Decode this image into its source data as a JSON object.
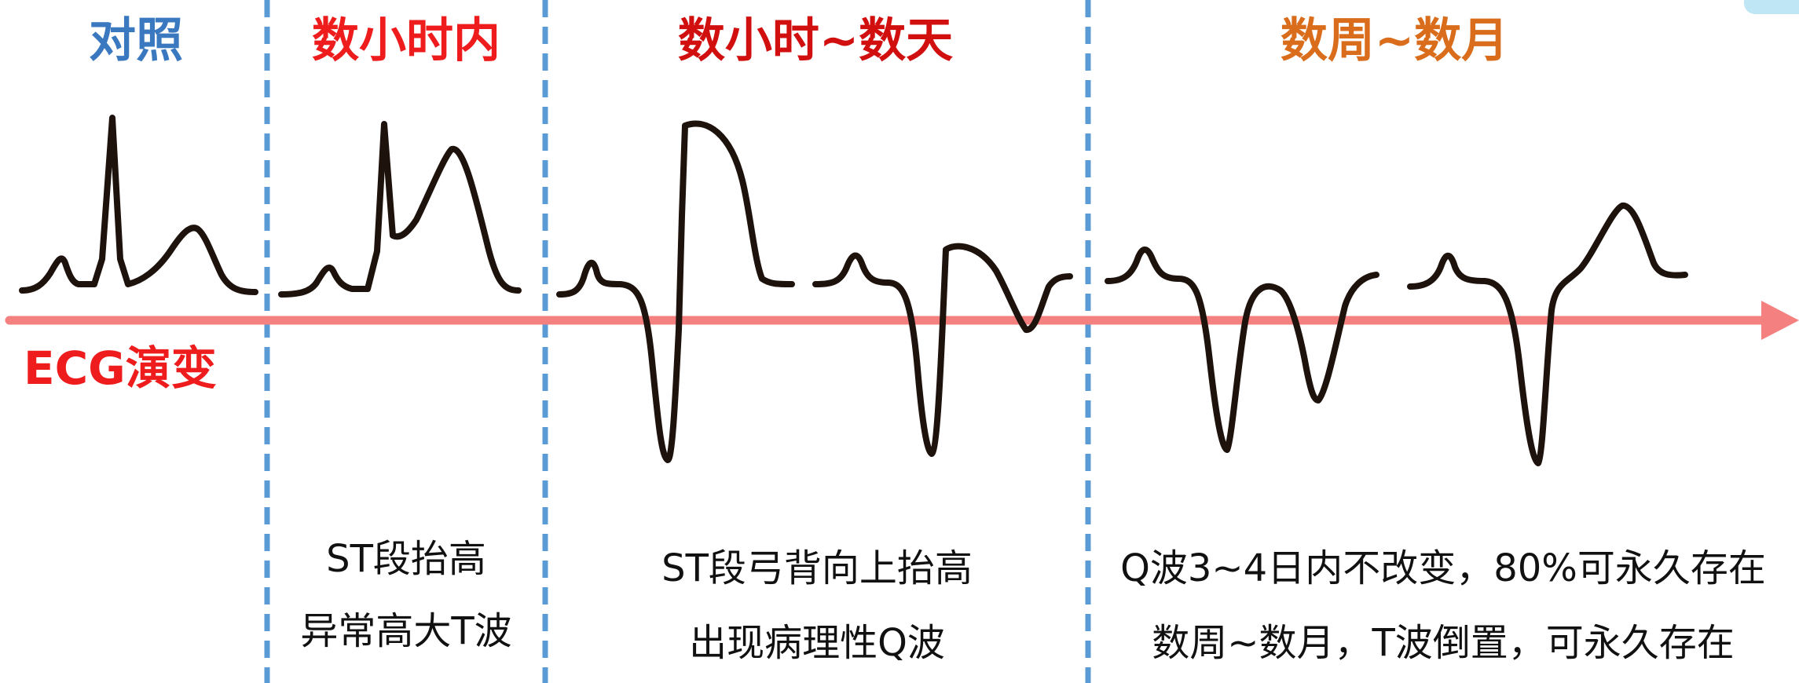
{
  "phases": [
    {
      "title": "对照",
      "color": "#3a78c0",
      "desc": []
    },
    {
      "title": "数小时内",
      "color": "#ee1c1c",
      "desc": [
        "ST段抬高",
        "异常高大T波"
      ]
    },
    {
      "title": "数小时~数天",
      "color": "#d10f0f",
      "desc": [
        "ST段弓背向上抬高",
        "出现病理性Q波"
      ]
    },
    {
      "title": "数周~数月",
      "color": "#d96d1c",
      "desc": [
        "Q波3~4日内不改变，80%可永久存在",
        "数周~数月，T波倒置，可永久存在"
      ]
    }
  ],
  "axis": {
    "label": "ECG演变",
    "color": "#f58080"
  },
  "colors": {
    "divider": "#5b9bd5",
    "trace": "#1e120c"
  },
  "icons": {
    "arrow": "arrow-right-icon",
    "corner_logo": "logo-icon"
  }
}
